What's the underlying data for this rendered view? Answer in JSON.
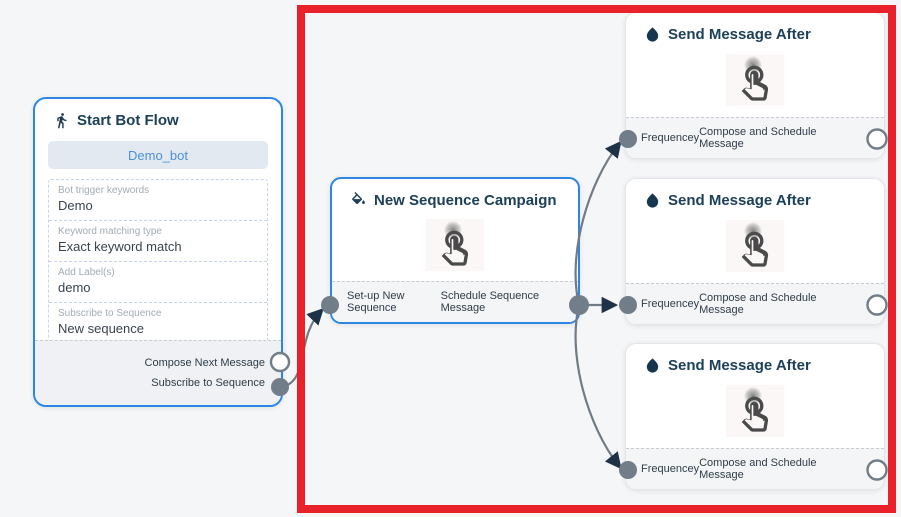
{
  "highlight": {
    "color": "#e8212a"
  },
  "colors": {
    "canvas_bg": "#f5f6f7",
    "node_border_blue": "#2d87e2",
    "node_border_gray": "#e3e5e9",
    "header_text": "#1d4059",
    "edge": "#6f7b86",
    "arrowhead": "#1e3247",
    "port": "#717d89",
    "bot_button_bg": "#e3e9f1",
    "bot_button_text": "#4a90d9"
  },
  "start_node": {
    "icon": "walking-person-icon",
    "title": "Start Bot Flow",
    "bot_name": "Demo_bot",
    "fields": [
      {
        "label": "Bot trigger keywords",
        "value": "Demo"
      },
      {
        "label": "Keyword matching type",
        "value": "Exact keyword match"
      },
      {
        "label": "Add Label(s)",
        "value": "demo"
      },
      {
        "label": "Subscribe to Sequence",
        "value": "New sequence"
      }
    ],
    "outputs": [
      {
        "label": "Compose Next Message",
        "port_style": "hollow"
      },
      {
        "label": "Subscribe to Sequence",
        "port_style": "filled"
      }
    ]
  },
  "campaign_node": {
    "icon": "ink-bucket-icon",
    "title": "New Sequence Campaign",
    "center_icon": "tap-hand-icon",
    "input_label": "Set-up New Sequence",
    "output_label": "Schedule Sequence Message"
  },
  "send_nodes": [
    {
      "icon": "water-drop-icon",
      "title": "Send Message After",
      "center_icon": "tap-hand-icon",
      "input_label": "Frequencey",
      "output_label": "Compose and Schedule Message"
    },
    {
      "icon": "water-drop-icon",
      "title": "Send Message After",
      "center_icon": "tap-hand-icon",
      "input_label": "Frequencey",
      "output_label": "Compose and Schedule Message"
    },
    {
      "icon": "water-drop-icon",
      "title": "Send Message After",
      "center_icon": "tap-hand-icon",
      "input_label": "Frequencey",
      "output_label": "Compose and Schedule Message"
    }
  ]
}
